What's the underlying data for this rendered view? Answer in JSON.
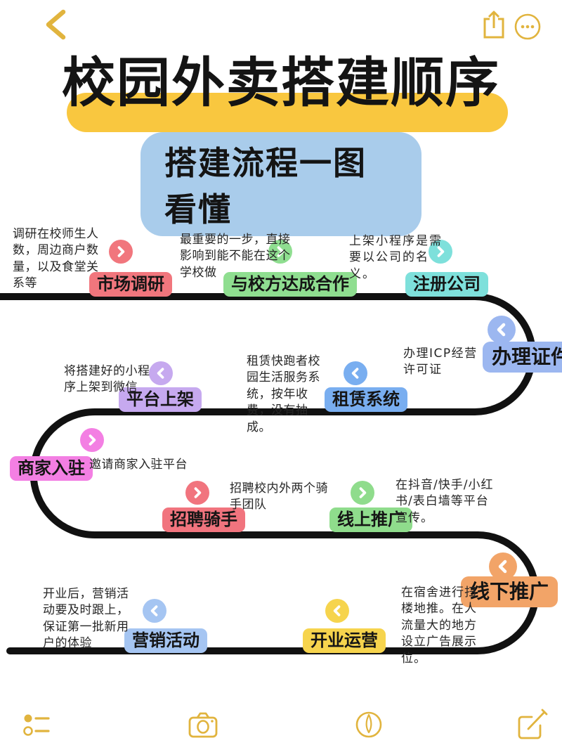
{
  "nav": {
    "back_icon": "chevron-left",
    "share_icon": "share-box-arrow",
    "more_icon": "ellipsis-circle",
    "accent_color": "#E1B43E"
  },
  "title": {
    "text": "校园外卖搭建顺序",
    "highlight_color": "#F9C73F"
  },
  "subtitle": {
    "text": "搭建流程一图看懂",
    "bg_color": "#A9CCEB"
  },
  "flow": {
    "line_color": "#111111",
    "steps": [
      {
        "label": "市场调研",
        "note": "调研在校师生人数，周边商户数量，以及食堂关系等",
        "color": "#F1767D",
        "direction": "right"
      },
      {
        "label": "与校方达成合作",
        "note": "最重要的一步，直接影响到能不能在这个学校做",
        "color": "#8FDE90",
        "direction": "right"
      },
      {
        "label": "注册公司",
        "note": "上架小程序是需要以公司的名义。",
        "color": "#7EE0DB",
        "direction": "right"
      },
      {
        "label": "办理证件",
        "note": "办理ICP经营许可证",
        "color": "#9CB7F0",
        "direction": "left"
      },
      {
        "label": "租赁系统",
        "note": "租赁快跑者校园生活服务系统，按年收费，没有抽成。",
        "color": "#79AEF0",
        "direction": "left"
      },
      {
        "label": "平台上架",
        "note": "将搭建好的小程序上架到微信",
        "color": "#C6A9EF",
        "direction": "left"
      },
      {
        "label": "商家入驻",
        "note": "邀请商家入驻平台",
        "color": "#F37FE3",
        "direction": "right"
      },
      {
        "label": "招聘骑手",
        "note": "招聘校内外两个骑手团队",
        "color": "#F1747E",
        "direction": "right"
      },
      {
        "label": "线上推广",
        "note": "在抖音/快手/小红书/表白墙等平台宣传。",
        "color": "#8FDC8C",
        "direction": "right"
      },
      {
        "label": "线下推广",
        "note": "在宿舍进行扫楼地推。在人流量大的地方设立广告展示位。",
        "color": "#F2A468",
        "direction": "left"
      },
      {
        "label": "开业运营",
        "note": "",
        "color": "#F6D44D",
        "direction": "left"
      },
      {
        "label": "营销活动",
        "note": "开业后，营销活动要及时跟上，保证第一批新用户的体验",
        "color": "#A5C5F2",
        "direction": "left"
      }
    ]
  },
  "toolbar": {
    "icons": [
      "checklist",
      "camera",
      "markup-pen",
      "compose"
    ],
    "color": "#E1B43E"
  }
}
